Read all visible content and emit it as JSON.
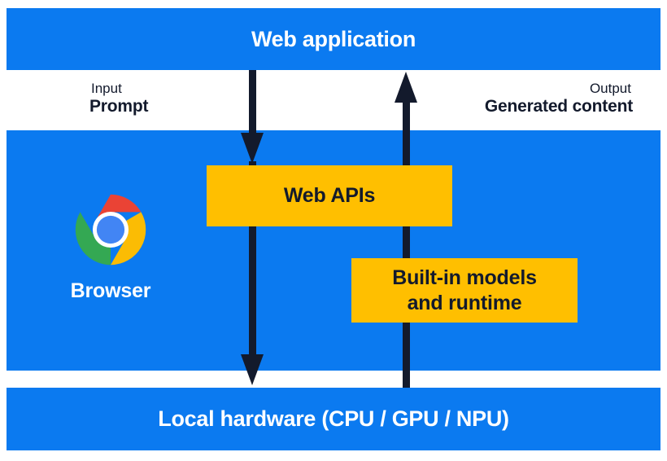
{
  "diagram": {
    "title": "Web application / Browser / Local hardware built-in AI architecture",
    "colors": {
      "blue": "#0b7af0",
      "yellow": "#ffbf00",
      "navy": "#131a2c",
      "white": "#ffffff"
    }
  },
  "bands": {
    "web_application": {
      "label": "Web application"
    },
    "browser": {
      "label": "Browser",
      "logo": "chrome-logo"
    },
    "local_hardware": {
      "label": "Local hardware (CPU / GPU / NPU)"
    }
  },
  "flows": {
    "input": {
      "kind": "Input",
      "value": "Prompt",
      "direction": "down"
    },
    "output": {
      "kind": "Output",
      "value": "Generated content",
      "direction": "up"
    }
  },
  "boxes": {
    "web_apis": {
      "label": "Web APIs"
    },
    "builtin_models": {
      "line1": "Built-in models",
      "line2": "and runtime"
    }
  },
  "chrome_logo": {
    "red": "#ea4335",
    "yellow": "#fbbc04",
    "green": "#34a853",
    "blue": "#4285f4",
    "ring": "#ffffff"
  }
}
